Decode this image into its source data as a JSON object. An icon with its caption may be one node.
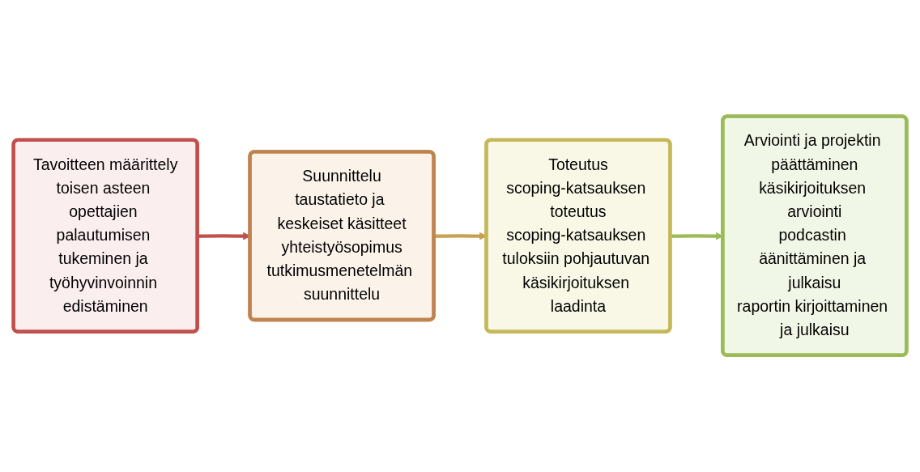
{
  "diagram": {
    "nodes": [
      {
        "text": [
          "Tavoitteen määrittely",
          "toisen asteen opettajien palautumisen tukeminen ja työhyvinvoinnin edistäminen"
        ]
      },
      {
        "text": [
          "Suunnittelu",
          "taustatieto ja keskeiset käsitteet",
          "yhteistyösopimus",
          "tutkimusmenetelmän suunnittelu"
        ]
      },
      {
        "text": [
          "Toteutus",
          "scoping-katsauksen toteutus",
          "scoping-katsauksen tuloksiin pohjautuvan käsikirjoituksen laadinta"
        ]
      },
      {
        "text": [
          "Arviointi ja projektin päättäminen",
          "käsikirjoituksen arviointi",
          "podcastin äänittäminen ja julkaisu",
          "raportin kirjoittaminen ja julkaisu"
        ]
      }
    ],
    "edges": [
      {
        "from": 0,
        "to": 1,
        "arrow": "to",
        "color": "#c0504d"
      },
      {
        "from": 1,
        "to": 2,
        "arrow": "to",
        "color": "#c9a050"
      },
      {
        "from": 2,
        "to": 3,
        "arrow": "to",
        "color": "#9bbb59"
      }
    ]
  }
}
